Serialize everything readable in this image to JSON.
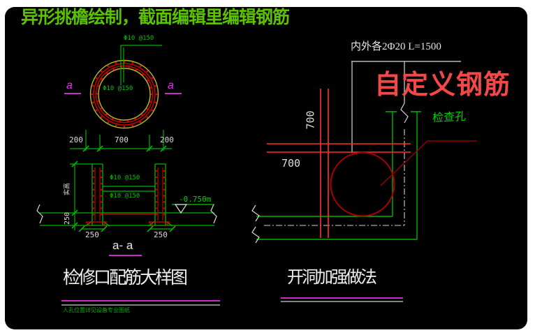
{
  "header": {
    "title": "异形挑檐绘制，截面编辑里编辑钢筋"
  },
  "plan": {
    "rebar_top": "Φ10 @150",
    "rebar_inner": "Φ10 @150",
    "marker_left": "a",
    "marker_right": "a",
    "dim_200_left": "200",
    "dim_700": "700",
    "dim_200_right": "200"
  },
  "section": {
    "rebar_1": "Φ10 @150",
    "rebar_2": "Φ10 @150",
    "height_label": "实高",
    "dim_v250": "250",
    "elevation": "-0.750m",
    "dim_250_left": "250",
    "dim_250_right": "250",
    "title": "a- a"
  },
  "left": {
    "title": "检修口配筋大样图",
    "note": "人孔位置详见设备专业图纸"
  },
  "right": {
    "top_label": "内外各2Φ20 L=1500",
    "custom_label": "自定义钢筋",
    "hole_label": "检查孔",
    "dim_v": "700",
    "dim_h": "700",
    "title": "开洞加强做法"
  },
  "colors": {
    "background": "#000000",
    "header_green": "#5cc200",
    "line_green": "#00b400",
    "rebar_red": "#dd0000",
    "bright_red": "#ff2f2f",
    "dark_red": "#a60000",
    "callout_red": "#f24848",
    "magenta": "#e335e3",
    "yellow": "#bdb920",
    "white_line": "#d9d9d9"
  }
}
